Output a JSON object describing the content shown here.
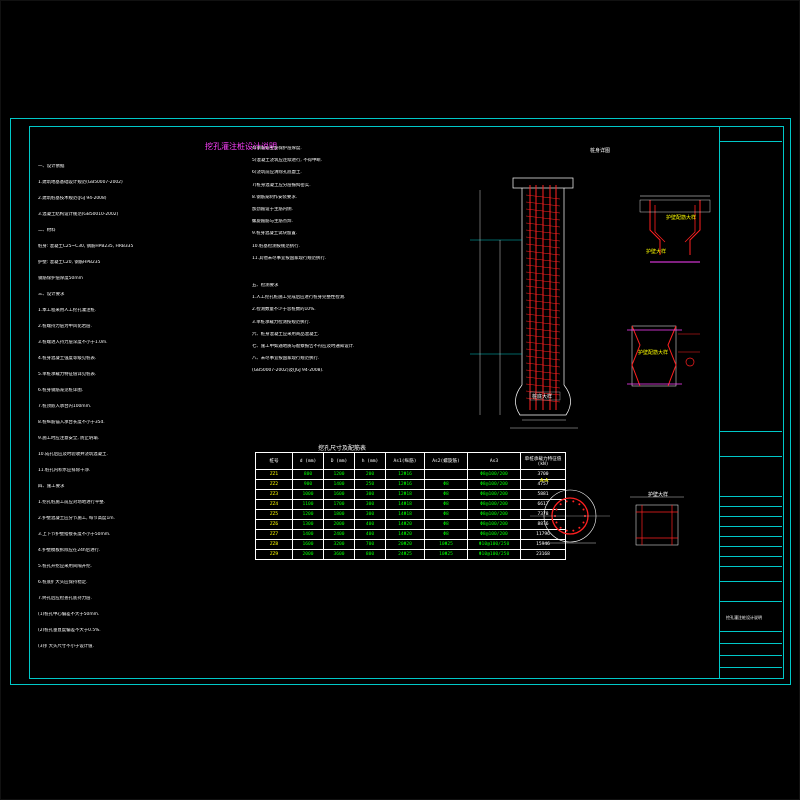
{
  "sheet": {
    "title": "挖孔灌注桩设计说明",
    "notes_left": [
      "一、设计依据",
      "  1.建筑地基基础设计规范(GB50007-2002)",
      "  2.建筑桩基技术规范(JGJ 94-2008)",
      "  3.混凝土结构设计规范(GB50010-2002)",
      "二、材料",
      "  桩身: 混凝土C25~C30, 钢筋HPB235, HRB335",
      "  护壁: 混凝土C20, 钢筋HPB235",
      "  钢筋保护层厚度50mm",
      "三、设计要求",
      "  1.本工程采用人工挖孔灌注桩.",
      "  2.桩端持力层为中风化岩层.",
      "  3.桩端进入持力层深度不小于1.0m.",
      "  4.桩身混凝土强度等级见桩表.",
      "  5.单桩承载力特征值详见桩表.",
      "  6.桩身钢筋笼见桩详图.",
      "  7.桩顶嵌入承台内100mm.",
      "  8.桩纵筋锚入承台长度不小于35d.",
      "  9.施工时应注意安全, 防止坍塌.",
      "  10.成孔后应及时验收并浇筑混凝土.",
      "  11.桩孔内积水应排除干净.",
      "四、施工要求",
      "  1.挖孔桩施工前应对场地进行平整.",
      "  2.护壁混凝土应分节施工, 每节高度1m.",
      "  3.上下节护壁搭接长度不小于50mm.",
      "  4.护壁模板拆除应在24h后进行.",
      "  5.桩孔开挖应采用间隔开挖.",
      "  6.桩底扩大头应保持稳定.",
      "  7.终孔后应检查孔底持力层.",
      "    (1)桩孔中心偏差不大于50mm.",
      "    (2)桩孔垂直度偏差不大于0.5%.",
      "    (3)扩大头尺寸不小于设计值."
    ],
    "notes_mid_top": [
      "  4)钢筋笼主筋保护层厚度.",
      "  5)混凝土浇筑应连续进行, 不得中断.",
      "  6)浇筑前应清除孔底虚土.",
      "  7)桩身混凝土应分层振捣密实.",
      "  8.钢筋笼制作安装要求.",
      "    加劲箍设于主筋内侧.",
      "    螺旋箍筋与主筋点焊.",
      "  9.桩身混凝土试块留置.",
      "  10.桩基检测按规范执行.",
      "  11.其他未尽事宜按国家现行规范执行."
    ],
    "notes_mid_bottom": [
      "五、检测要求",
      "  1.人工挖孔桩施工完成后应进行桩身完整性检测.",
      "  2.检测数量不少于总桩数的10%.",
      "  3.单桩承载力检测按规范执行.",
      "六、桩身混凝土应采用商品混凝土.",
      "七、施工中如遇地质与勘察报告不符应及时通知设计.",
      "八、未尽事宜按国家现行规范执行.",
      "  (GB50007-2002)及(JGJ 94-2008)."
    ],
    "table_title": "挖孔尺寸及配筋表",
    "table_headers": [
      "桩号",
      "d (mm)",
      "D (mm)",
      "h (mm)",
      "As1(纵筋)",
      "As2(螺旋筋)",
      "As3",
      "单桩承载力特征值(kN)"
    ],
    "table_rows": [
      [
        "ZZ1",
        "800",
        "1200",
        "200",
        "12Φ16",
        "",
        "Φ8@100/200",
        "3700"
      ],
      [
        "ZZ2",
        "900",
        "1400",
        "250",
        "12Φ16",
        "Φ8",
        "Φ8@100/200",
        "4757"
      ],
      [
        "ZZ3",
        "1000",
        "1600",
        "300",
        "12Φ18",
        "Φ8",
        "Φ8@100/200",
        "5881"
      ],
      [
        "ZZ4",
        "1100",
        "1700",
        "300",
        "14Φ18",
        "Φ8",
        "Φ8@100/200",
        "6617"
      ],
      [
        "ZZ5",
        "1200",
        "1800",
        "300",
        "14Φ18",
        "Φ8",
        "Φ8@100/200",
        "7378"
      ],
      [
        "ZZ6",
        "1300",
        "2000",
        "400",
        "14Φ20",
        "Φ8",
        "Φ8@100/200",
        "8876"
      ],
      [
        "ZZ7",
        "1400",
        "2400",
        "400",
        "14Φ20",
        "Φ8",
        "Φ8@100/200",
        "11796"
      ],
      [
        "ZZ8",
        "1600",
        "3200",
        "700",
        "20Φ20",
        "10Φ25",
        "Φ10@100/250",
        "15946"
      ],
      [
        "ZZ9",
        "2000",
        "3600",
        "800",
        "24Φ25",
        "10Φ25",
        "Φ10@100/250",
        "23168"
      ]
    ],
    "detail_labels": {
      "pile_title": "桩身详图",
      "cap_title": "护壁大样",
      "cap_lbl1": "护壁配筋大样",
      "cap_lbl2": "护壁配筋大样",
      "base_lbl": "桩底大样",
      "section_lbl": "A-A",
      "detail2_lbl": "护壁大样"
    },
    "titleblock": {
      "drawing_name": "挖孔灌注桩设计说明",
      "rows": [
        "",
        "",
        "",
        "",
        ""
      ]
    },
    "colors": {
      "frame": "#00c8c8",
      "rebar": "#ff2020",
      "title": "#ff40ff",
      "table_green": "#00ff00",
      "table_yellow": "#ffff00"
    }
  }
}
